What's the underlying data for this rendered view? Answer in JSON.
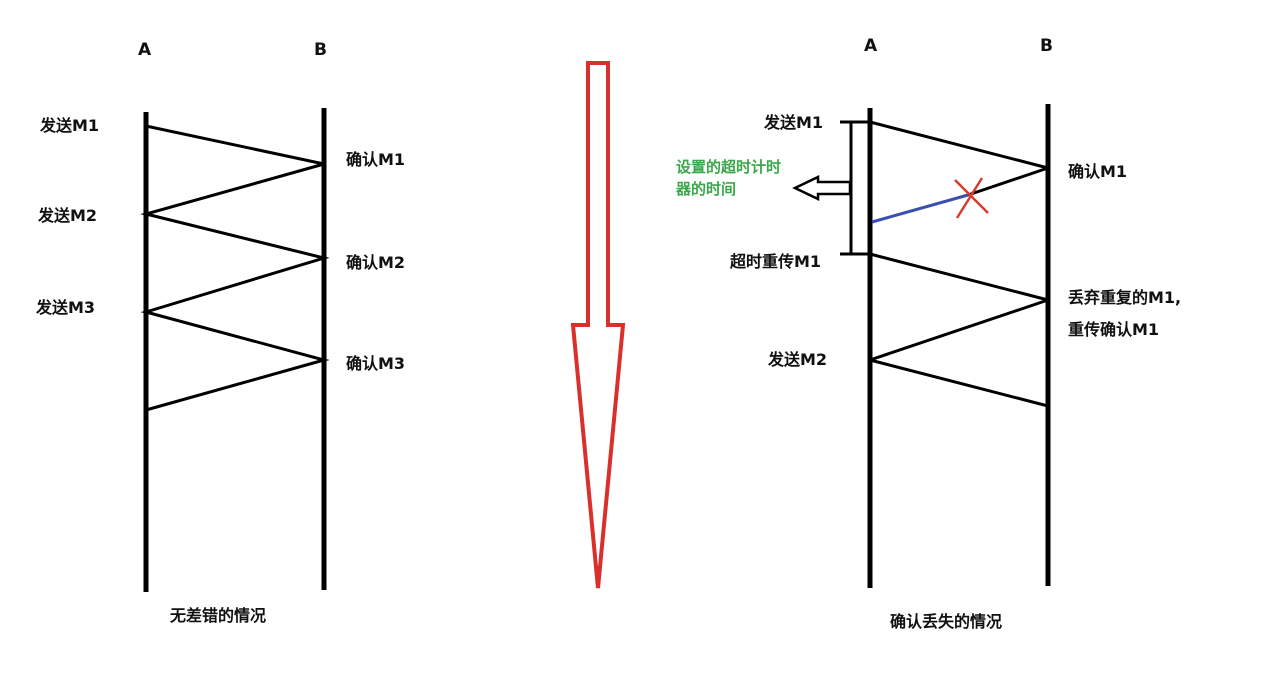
{
  "left": {
    "label_a": "A",
    "label_b": "B",
    "send_m1": "发送M1",
    "ack_m1": "确认M1",
    "send_m2": "发送M2",
    "ack_m2": "确认M2",
    "send_m3": "发送M3",
    "ack_m3": "确认M3",
    "caption": "无差错的情况"
  },
  "right": {
    "label_a": "A",
    "label_b": "B",
    "send_m1": "发送M1",
    "ack_m1": "确认M1",
    "timer_note": "设置的超时计时器的时间",
    "timeout_resend": "超时重传M1",
    "discard_line1": "丢弃重复的M1,",
    "discard_line2": "重传确认M1",
    "send_m2": "发送M2",
    "caption": "确认丢失的情况"
  },
  "colors": {
    "lines": "#000000",
    "arrow": "#d9302c",
    "lost_ack": "#3b4fb0",
    "cross": "#d93a2b",
    "note": "#3aa84a"
  }
}
